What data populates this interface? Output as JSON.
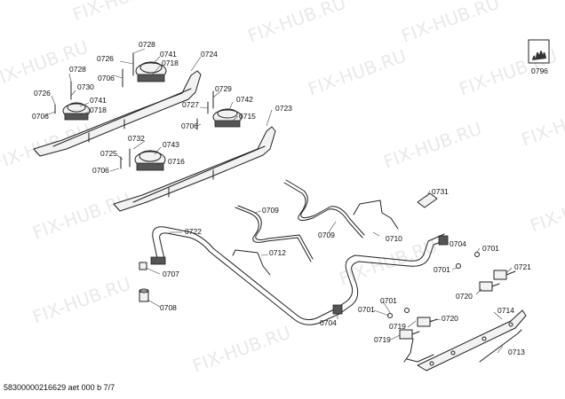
{
  "watermark_text": "FIX-HUB.RU",
  "footer_code": "58300000216629 aet 000 b 7/7",
  "symbol_label": "0796",
  "callouts": [
    {
      "id": "c0728a",
      "text": "0728"
    },
    {
      "id": "c0726a",
      "text": "0726"
    },
    {
      "id": "c0741a",
      "text": "0741"
    },
    {
      "id": "c0724",
      "text": "0724"
    },
    {
      "id": "c0728b",
      "text": "0728"
    },
    {
      "id": "c0718a",
      "text": "0718"
    },
    {
      "id": "c0706a",
      "text": "0706"
    },
    {
      "id": "c0730",
      "text": "0730"
    },
    {
      "id": "c0726b",
      "text": "0726"
    },
    {
      "id": "c0741b",
      "text": "0741"
    },
    {
      "id": "c0718b",
      "text": "0718"
    },
    {
      "id": "c0706b",
      "text": "0706"
    },
    {
      "id": "c0729",
      "text": "0729"
    },
    {
      "id": "c0742",
      "text": "0742"
    },
    {
      "id": "c0727",
      "text": "0727"
    },
    {
      "id": "c0723",
      "text": "0723"
    },
    {
      "id": "c0715",
      "text": "0715"
    },
    {
      "id": "c0706c",
      "text": "0706"
    },
    {
      "id": "c0732",
      "text": "0732"
    },
    {
      "id": "c0743",
      "text": "0743"
    },
    {
      "id": "c0725",
      "text": "0725"
    },
    {
      "id": "c0716",
      "text": "0716"
    },
    {
      "id": "c0706d",
      "text": "0706"
    },
    {
      "id": "c0731",
      "text": "0731"
    },
    {
      "id": "c0709a",
      "text": "0709"
    },
    {
      "id": "c0709b",
      "text": "0709"
    },
    {
      "id": "c0710",
      "text": "0710"
    },
    {
      "id": "c0722",
      "text": "0722"
    },
    {
      "id": "c0712",
      "text": "0712"
    },
    {
      "id": "c0704a",
      "text": "0704"
    },
    {
      "id": "c0701a",
      "text": "0701"
    },
    {
      "id": "c0721",
      "text": "0721"
    },
    {
      "id": "c0701b",
      "text": "0701"
    },
    {
      "id": "c0720a",
      "text": "0720"
    },
    {
      "id": "c0707",
      "text": "0707"
    },
    {
      "id": "c0708",
      "text": "0708"
    },
    {
      "id": "c0701c",
      "text": "0701"
    },
    {
      "id": "c0701d",
      "text": "0701"
    },
    {
      "id": "c0704b",
      "text": "0704"
    },
    {
      "id": "c0720b",
      "text": "0720"
    },
    {
      "id": "c0714",
      "text": "0714"
    },
    {
      "id": "c0719a",
      "text": "0719"
    },
    {
      "id": "c0719b",
      "text": "0719"
    },
    {
      "id": "c0713",
      "text": "0713"
    }
  ]
}
